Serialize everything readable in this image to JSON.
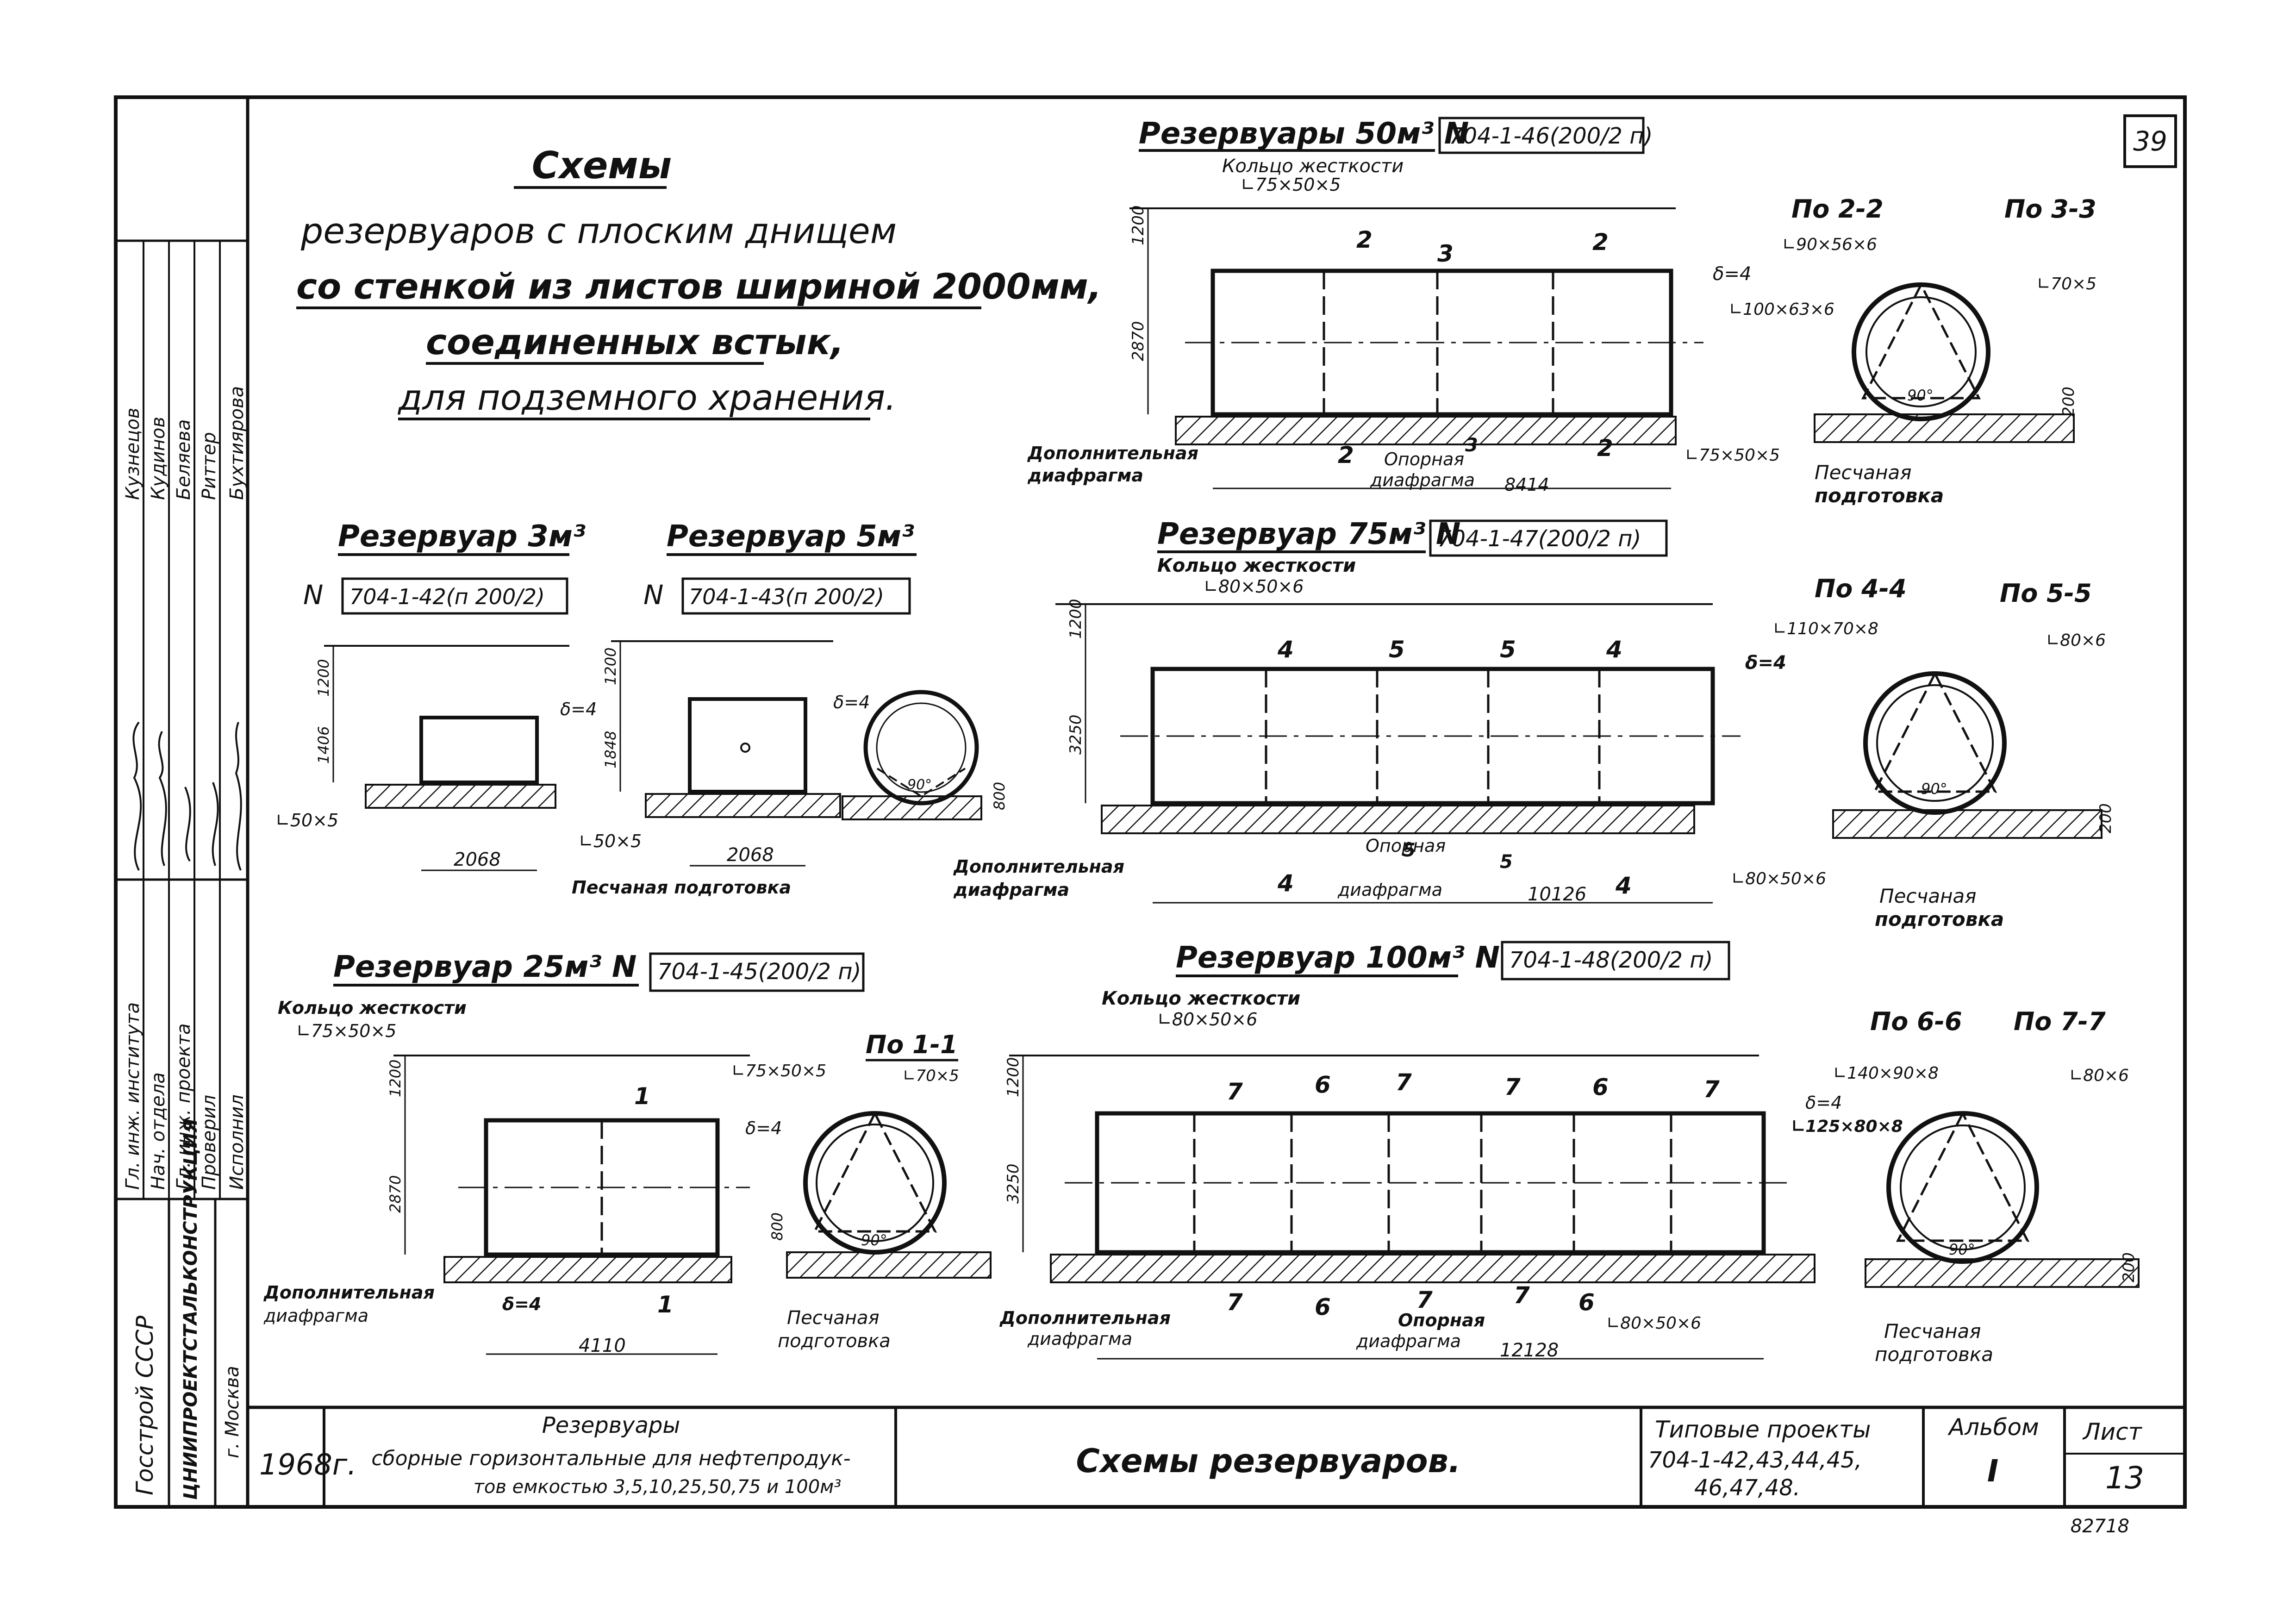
{
  "page_number": "39",
  "title": {
    "line1": "Схемы",
    "line2": "резервуаров с плоским днищем",
    "line3": "со стенкой из листов шириной 2000мм,",
    "line4": "соединенных встык,",
    "line5": "для подземного хранения."
  },
  "tank_50": {
    "title": "Резервуары 50м³ N",
    "code": "704-1-46(200/2 п)",
    "ring": "Кольцо жесткости",
    "ring_size": "∟75×50×5",
    "dim_top": "1200",
    "dim_height": "2870",
    "dim_length": "8414",
    "aux_diaphragm_1": "Дополнительная",
    "aux_diaphragm_2": "диафрагма",
    "support_1": "Опорная",
    "support_2": "диафрагма",
    "delta": "δ=4",
    "angle_1": "∟100×63×6",
    "angle_2": "∟75×50×5",
    "cut_a": "2",
    "cut_b": "3",
    "sec_a_title": "По 2-2",
    "sec_a_size": "∟90×56×6",
    "sec_b_title": "По 3-3",
    "sec_b_size": "∟70×5",
    "sand_1": "Песчаная",
    "sand_2": "подготовка",
    "dim_200": "200",
    "angle_90": "90°"
  },
  "tank_3": {
    "title": "Резервуар 3м³",
    "n": "N",
    "code": "704-1-42(п 200/2)",
    "dim_top": "1200",
    "dim_height": "1406",
    "dim_length": "2068",
    "angle": "∟50×5",
    "delta": "δ=4"
  },
  "tank_5": {
    "title": "Резервуар 5м³",
    "n": "N",
    "code": "704-1-43(п 200/2)",
    "dim_top": "1200",
    "dim_height": "1848",
    "dim_length": "2068",
    "angle": "∟50×5",
    "delta": "δ=4",
    "sand": "Песчаная подготовка",
    "dim_800": "800",
    "angle_90": "90°"
  },
  "tank_75": {
    "title": "Резервуар 75м³ N",
    "code": "704-1-47(200/2 п)",
    "ring": "Кольцо жесткости",
    "ring_size": "∟80×50×6",
    "dim_top": "1200",
    "dim_height": "3250",
    "dim_length": "10126",
    "aux_diaphragm_1": "Дополнительная",
    "aux_diaphragm_2": "диафрагма",
    "support_1": "Опорная",
    "support_2": "диафрагма",
    "delta": "δ=4",
    "angle_1": "∟110×70×8",
    "angle_2": "∟80×50×6",
    "cut_a": "4",
    "cut_b": "5",
    "sec_a_title": "По 4-4",
    "sec_b_title": "По 5-5",
    "sec_b_size": "∟80×6",
    "sand_1": "Песчаная",
    "sand_2": "подготовка",
    "dim_200": "200",
    "angle_90": "90°"
  },
  "tank_25": {
    "title": "Резервуар 25м³ N",
    "code": "704-1-45(200/2 п)",
    "ring": "Кольцо жесткости",
    "ring_size": "∟75×50×5",
    "angle_top": "∟75×50×5",
    "dim_top": "1200",
    "dim_height": "2870",
    "dim_length": "4110",
    "delta": "δ=4",
    "aux_diaphragm_1": "Дополнительная",
    "aux_diaphragm_2": "диафрагма",
    "cut": "1",
    "sec_title": "По 1-1",
    "sec_size": "∟70×5",
    "dim_800": "800",
    "angle_90": "90°",
    "sand_1": "Песчаная",
    "sand_2": "подготовка"
  },
  "tank_100": {
    "title": "Резервуар 100м³ N",
    "code": "704-1-48(200/2 п)",
    "ring": "Кольцо жесткости",
    "ring_size": "∟80×50×6",
    "dim_top": "1200",
    "dim_height": "3250",
    "dim_length": "12128",
    "aux_diaphragm_1": "Дополнительная",
    "aux_diaphragm_2": "диафрагма",
    "support_1": "Опорная",
    "support_2": "диафрагма",
    "angle_bottom": "∟80×50×6",
    "delta": "δ=4",
    "angle_1": "∟125×80×8",
    "cut_a": "7",
    "cut_b": "6",
    "sec_a_title": "По 6-6",
    "sec_a_size": "∟140×90×8",
    "sec_b_title": "По 7-7",
    "sec_b_size": "∟80×6",
    "sand_1": "Песчаная",
    "sand_2": "подготовка",
    "dim_200": "200",
    "angle_90": "90°"
  },
  "side_block": {
    "names": [
      "Кузнецов",
      "Кудинов",
      "Беляева",
      "Риттер",
      "Бухтиярова"
    ],
    "roles": [
      "Гл. инж. института",
      "Нач. отдела",
      "Гл. инж. проекта",
      "Проверил",
      "Исполнил"
    ],
    "org_1": "Госстрой СССР",
    "org_2": "ЦНИИПРОЕКТСТАЛЬКОНСТРУКЦИЯ",
    "city": "г. Москва"
  },
  "title_block": {
    "year": "1968г.",
    "subject_1": "Резервуары",
    "subject_2": "сборные горизонтальные для нефтепродук-",
    "subject_3": "тов емкостью 3,5,10,25,50,75 и 100м³",
    "sheet_name": "Схемы резервуаров.",
    "projects_title": "Типовые проекты",
    "projects_1": "704-1-42,43,44,45,",
    "projects_2": "46,47,48.",
    "album_label": "Альбом",
    "album_value": "I",
    "sheet_label": "Лист",
    "sheet_value": "13"
  },
  "archive_number": "82718"
}
